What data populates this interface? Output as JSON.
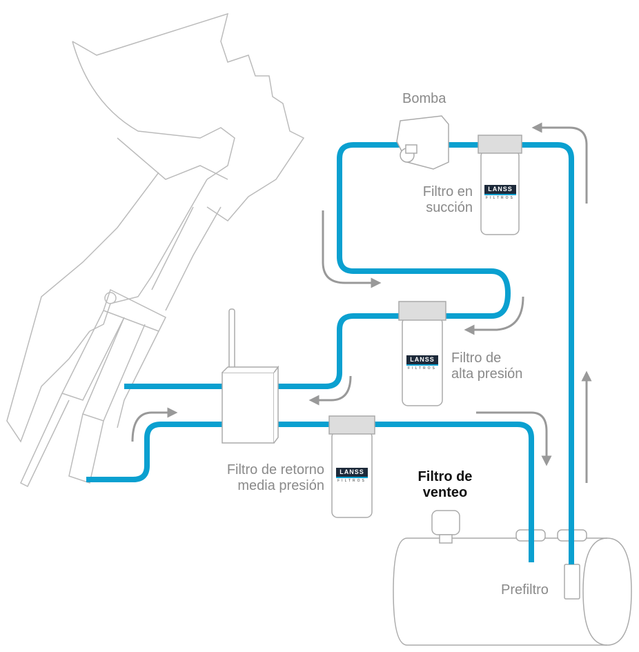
{
  "colors": {
    "pipe": "#0aa0d0",
    "line": "#b5b5b5",
    "arrow": "#999999",
    "label": "#8a8a8a"
  },
  "labels": {
    "pump": "Bomba",
    "suction_filter": [
      "Filtro en",
      "succión"
    ],
    "high_pressure_filter": [
      "Filtro de",
      "alta presión"
    ],
    "return_filter": [
      "Filtro de retorno",
      "media presión"
    ],
    "vent_filter": [
      "Filtro de",
      "venteo"
    ],
    "prefilter": "Prefiltro"
  },
  "logo": {
    "brand": "LANSS",
    "sub": "FILTROS"
  }
}
